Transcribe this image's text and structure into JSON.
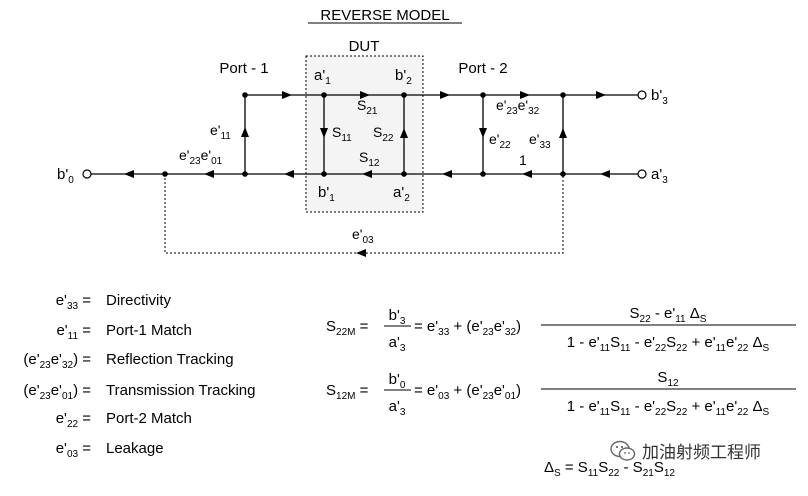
{
  "title": "REVERSE MODEL",
  "dut_label": "DUT",
  "ports": {
    "port1": "Port - 1",
    "port2": "Port - 2"
  },
  "nodes": {
    "a1": "a'1",
    "b2": "b'2",
    "b1": "b'1",
    "a2": "a'2",
    "b0": "b'0",
    "b3": "b'3",
    "a3": "a'3"
  },
  "branches": {
    "s21": "S21",
    "s11": "S11",
    "s22": "S22",
    "s12": "S12",
    "e11": "e'11",
    "e23e01": "e'23e'01",
    "e23e32": "e'23e'32",
    "e22": "e'22",
    "e33": "e'33",
    "one": "1",
    "e03": "e'03"
  },
  "definitions": [
    {
      "term": "e'33 =",
      "meaning": "Directivity"
    },
    {
      "term": "e'11 =",
      "meaning": "Port-1 Match"
    },
    {
      "term": "(e'23e'32) =",
      "meaning": "Reflection Tracking"
    },
    {
      "term": "(e'23e'01) =",
      "meaning": "Transmission Tracking"
    },
    {
      "term": "e'22 =",
      "meaning": "Port-2 Match"
    },
    {
      "term": "e'03 =",
      "meaning": "Leakage"
    }
  ],
  "equations": {
    "s22m": {
      "lhs": "S22M =",
      "frac_num": "b'3",
      "frac_den": "a'3",
      "rhs": "= e'33 + (e'23e'32)",
      "numerator": "S22 - e'11 ΔS",
      "denominator": "1 - e'11S11 - e'22S22 + e'11e'22 ΔS"
    },
    "s12m": {
      "lhs": "S12M =",
      "frac_num": "b'0",
      "frac_den": "a'3",
      "rhs": "= e'03 + (e'23e'01)",
      "numerator": "S12",
      "denominator": "1 - e'11S11 - e'22S22 + e'11e'22 ΔS"
    },
    "delta": "ΔS = S11S22 - S21S12"
  },
  "watermark": "加油射频工程师"
}
